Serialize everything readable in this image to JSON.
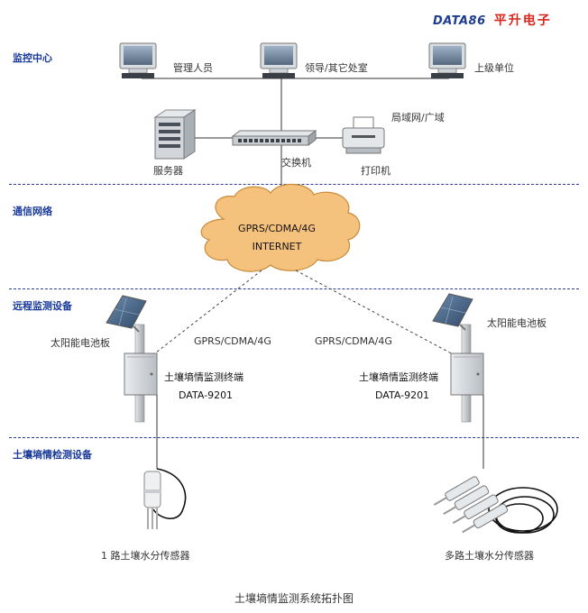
{
  "brand": {
    "name_en": "DATA86",
    "name_cn": "平升电子"
  },
  "sections": {
    "monitoring_center": "监控中心",
    "network": "通信网络",
    "remote_device": "远程监测设备",
    "soil_device": "土壤墒情检测设备"
  },
  "center": {
    "admin_label": "管理人员",
    "leader_label": "领导/其它处室",
    "superior_label": "上级单位",
    "server_label": "服务器",
    "switch_label": "交换机",
    "printer_label": "打印机",
    "lan_wan_label": "局域网/广域"
  },
  "cloud": {
    "line1": "GPRS/CDMA/4G",
    "line2": "INTERNET"
  },
  "remote": {
    "left_link_label": "GPRS/CDMA/4G",
    "right_link_label": "GPRS/CDMA/4G",
    "left_solar_label": "太阳能电池板",
    "right_solar_label": "太阳能电池板",
    "left_terminal_name": "土壤墒情监测终端",
    "left_terminal_model": "DATA-9201",
    "right_terminal_name": "土壤墒情监测终端",
    "right_terminal_model": "DATA-9201"
  },
  "sensors": {
    "left_label": "1 路土壤水分传感器",
    "right_label": "多路土壤水分传感器"
  },
  "caption": "土壤墒情监测系统拓扑图",
  "colors": {
    "section_title": "#1a3a9a",
    "divider": "#2a3d8f",
    "cloud_fill": "#f5c27d",
    "brand_cn": "#d7261e"
  }
}
